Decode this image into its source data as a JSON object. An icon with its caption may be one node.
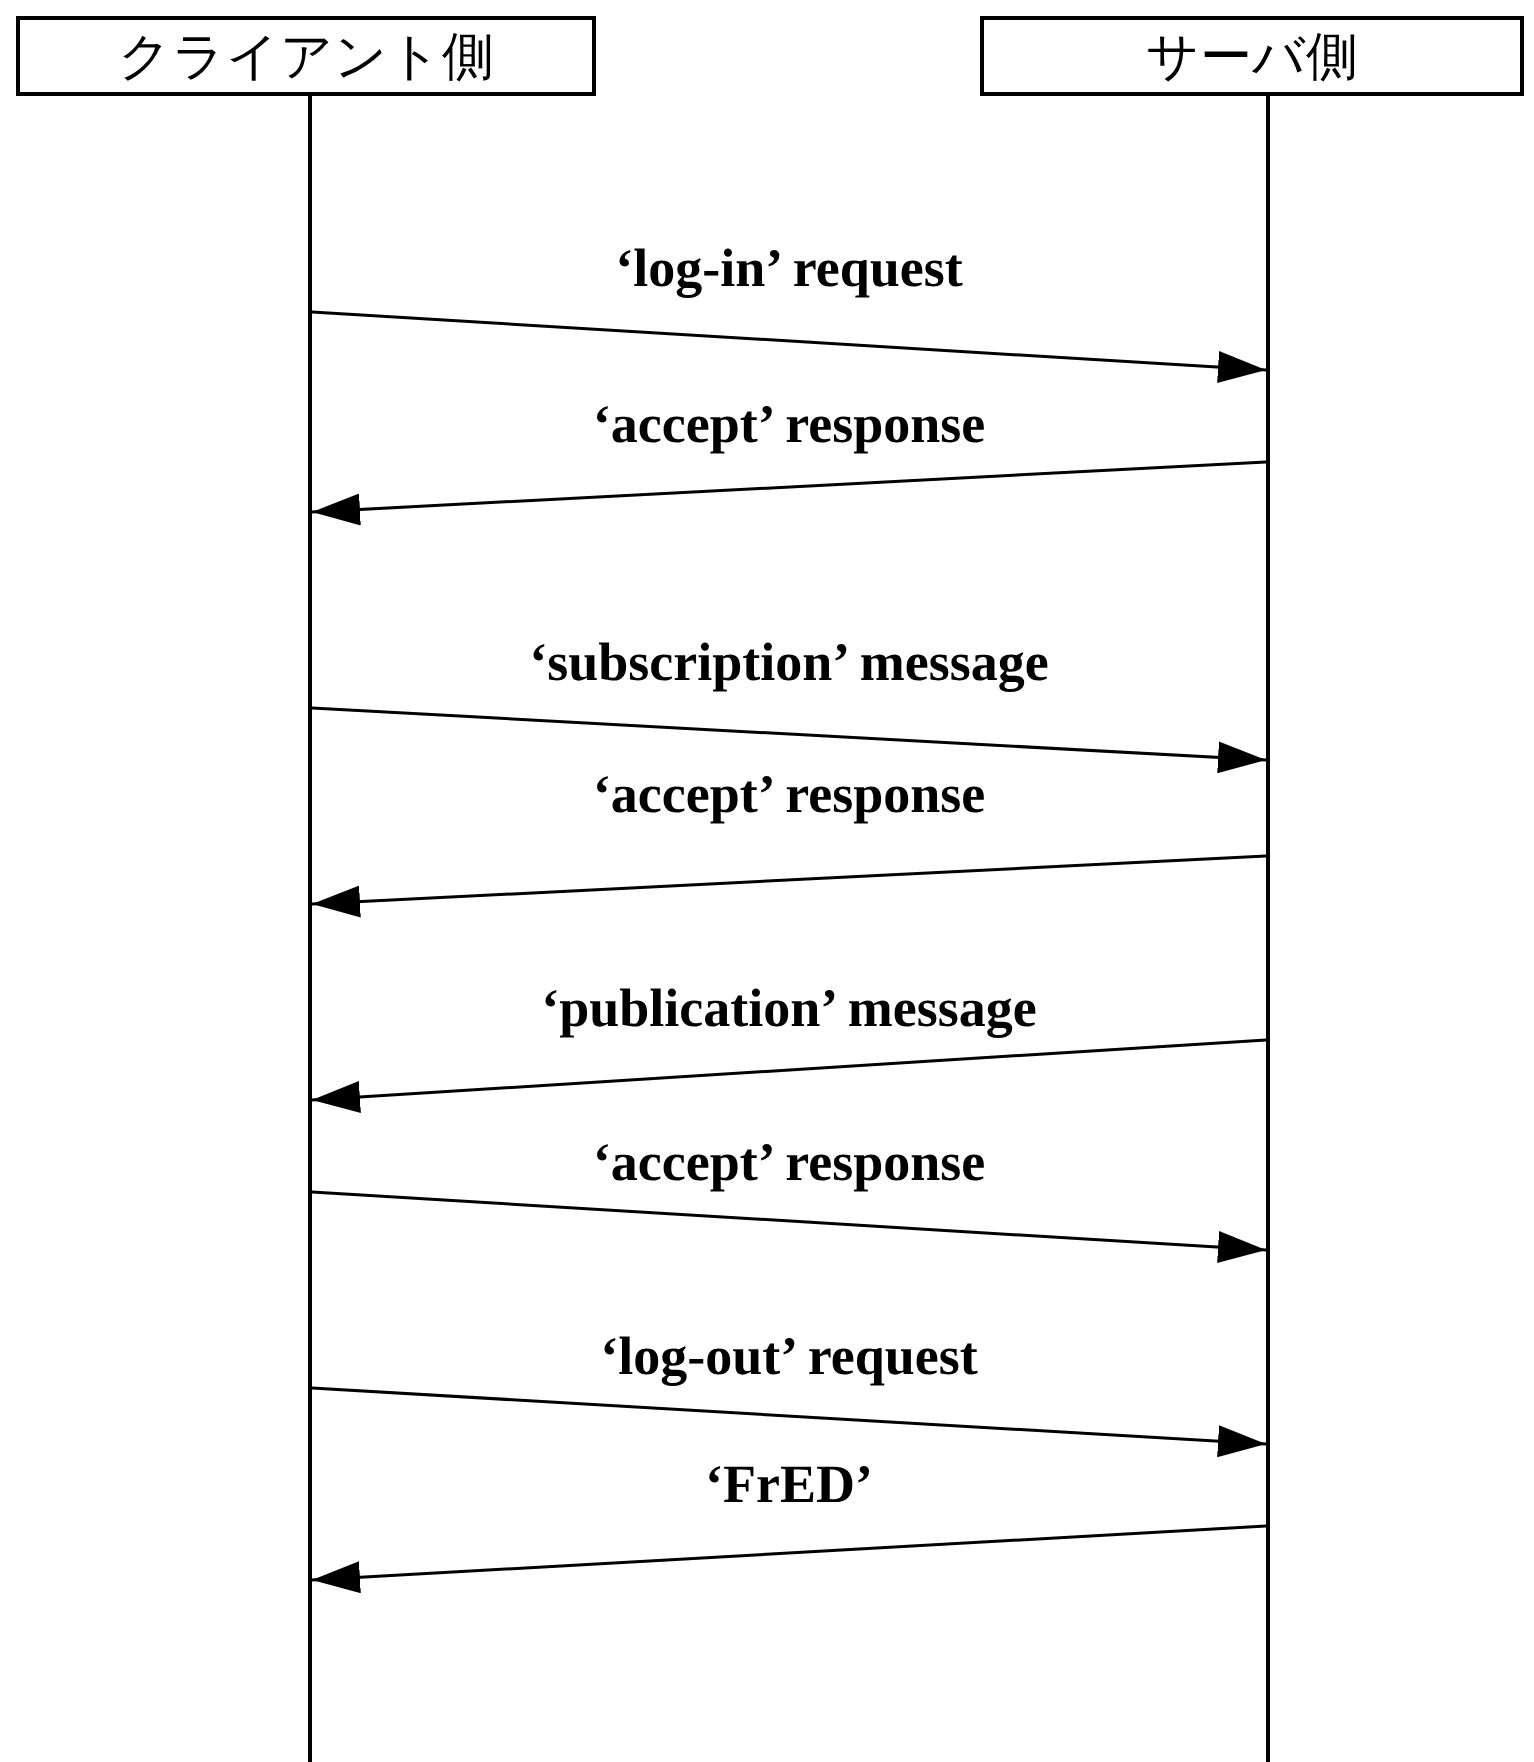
{
  "diagram": {
    "nodes": [
      {
        "text": [
          "クライアント側"
        ]
      },
      {
        "text": [
          "サーバ側"
        ]
      },
      {
        "text": [],
        "shape": "bar"
      },
      {
        "text": [],
        "shape": "bar"
      }
    ],
    "edges": [
      {
        "from": 2,
        "to": 3,
        "arrow": "to",
        "label": "‘log-in’ request"
      },
      {
        "from": 3,
        "to": 2,
        "arrow": "to",
        "label": "‘accept’ response"
      },
      {
        "from": 2,
        "to": 3,
        "arrow": "to",
        "label": "‘subscription’ message"
      },
      {
        "from": 3,
        "to": 2,
        "arrow": "to",
        "label": "‘accept’ response"
      },
      {
        "from": 3,
        "to": 2,
        "arrow": "to",
        "label": "‘publication’ message"
      },
      {
        "from": 2,
        "to": 3,
        "arrow": "to",
        "label": "‘accept’ response"
      },
      {
        "from": 2,
        "to": 3,
        "arrow": "to",
        "label": "‘log-out’ request"
      },
      {
        "from": 3,
        "to": 2,
        "arrow": "to",
        "label": "‘FrED’"
      }
    ]
  }
}
